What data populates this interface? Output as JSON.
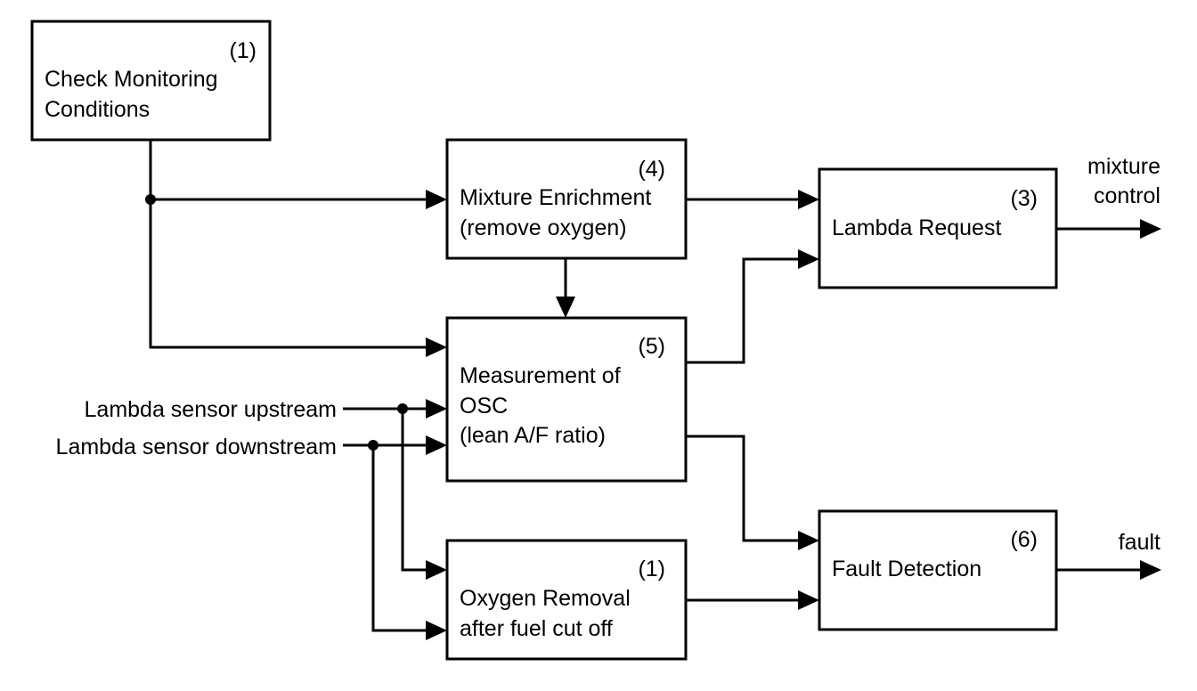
{
  "blocks": {
    "check": {
      "number": "(1)",
      "line1": "Check Monitoring",
      "line2": "Conditions"
    },
    "enrich": {
      "number": "(4)",
      "line1": "Mixture Enrichment",
      "line2": "(remove oxygen)"
    },
    "lambda": {
      "number": "(3)",
      "line1": "Lambda Request"
    },
    "measure": {
      "number": "(5)",
      "line1": "Measurement of",
      "line2": "OSC",
      "line3": "(lean A/F ratio)"
    },
    "removal": {
      "number": "(1)",
      "line1": "Oxygen Removal",
      "line2": "after fuel cut off"
    },
    "fault": {
      "number": "(6)",
      "line1": "Fault Detection"
    }
  },
  "inputs": {
    "upstream": "Lambda sensor upstream",
    "downstream": "Lambda sensor downstream"
  },
  "outputs": {
    "mixture_line1": "mixture",
    "mixture_line2": "control",
    "fault": "fault"
  }
}
